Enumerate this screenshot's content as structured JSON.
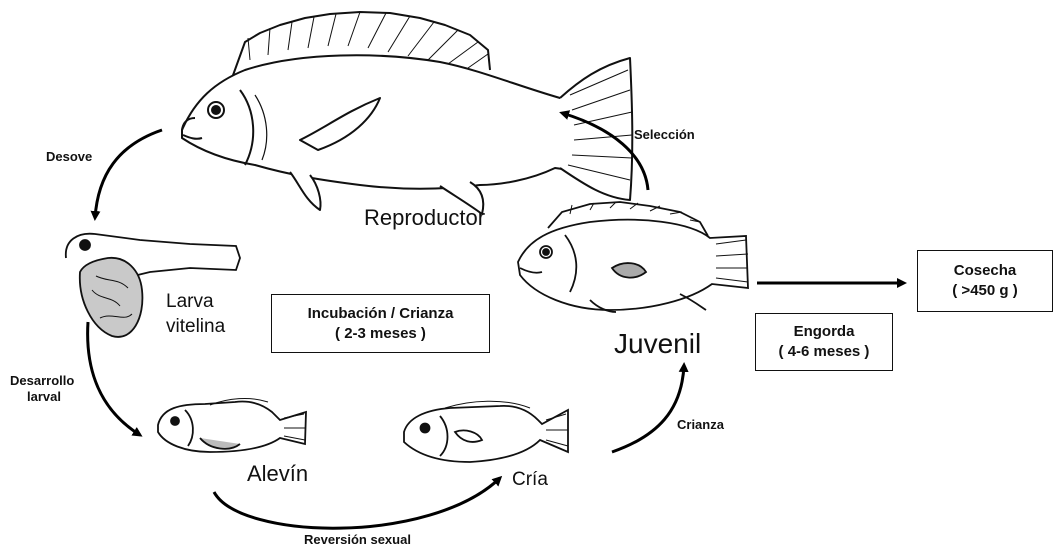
{
  "stages": {
    "reproductor": "Reproductor",
    "larva_line1": "Larva",
    "larva_line2": "vitelina",
    "alevin": "Alevín",
    "cria": "Cría",
    "juvenil": "Juvenil"
  },
  "transitions": {
    "desove": "Desove",
    "desarrollo_line1": "Desarrollo",
    "desarrollo_line2": "larval",
    "reversion": "Reversión sexual",
    "crianza": "Crianza",
    "seleccion": "Selección"
  },
  "boxes": {
    "incubacion_line1": "Incubación / Crianza",
    "incubacion_line2": "( 2-3 meses )",
    "engorda_line1": "Engorda",
    "engorda_line2": "( 4-6 meses )",
    "cosecha_line1": "Cosecha",
    "cosecha_line2": "( >450 g )"
  }
}
